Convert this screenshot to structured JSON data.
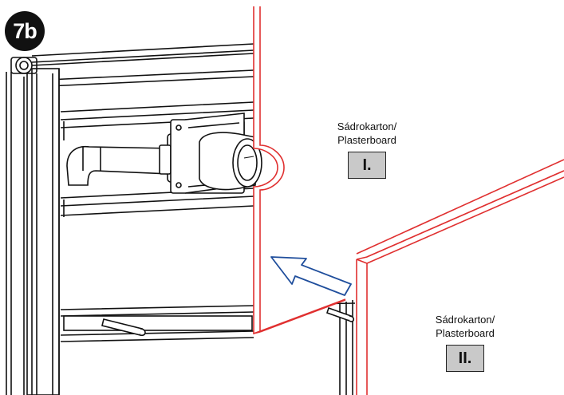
{
  "step": {
    "badge_label": "7b"
  },
  "board_one": {
    "material_cz": "Sádrokarton/",
    "material_en": "Plasterboard",
    "layer_label": "I."
  },
  "board_two": {
    "material_cz": "Sádrokarton/",
    "material_en": "Plasterboard",
    "layer_label": "II."
  },
  "colors": {
    "board_outline": "#e03030",
    "arrow_outline": "#1f4e9c",
    "frame_lines": "#111111",
    "label_box_fill": "#c9c9c9"
  },
  "icons": {
    "direction": "insert-arrow-icon"
  }
}
